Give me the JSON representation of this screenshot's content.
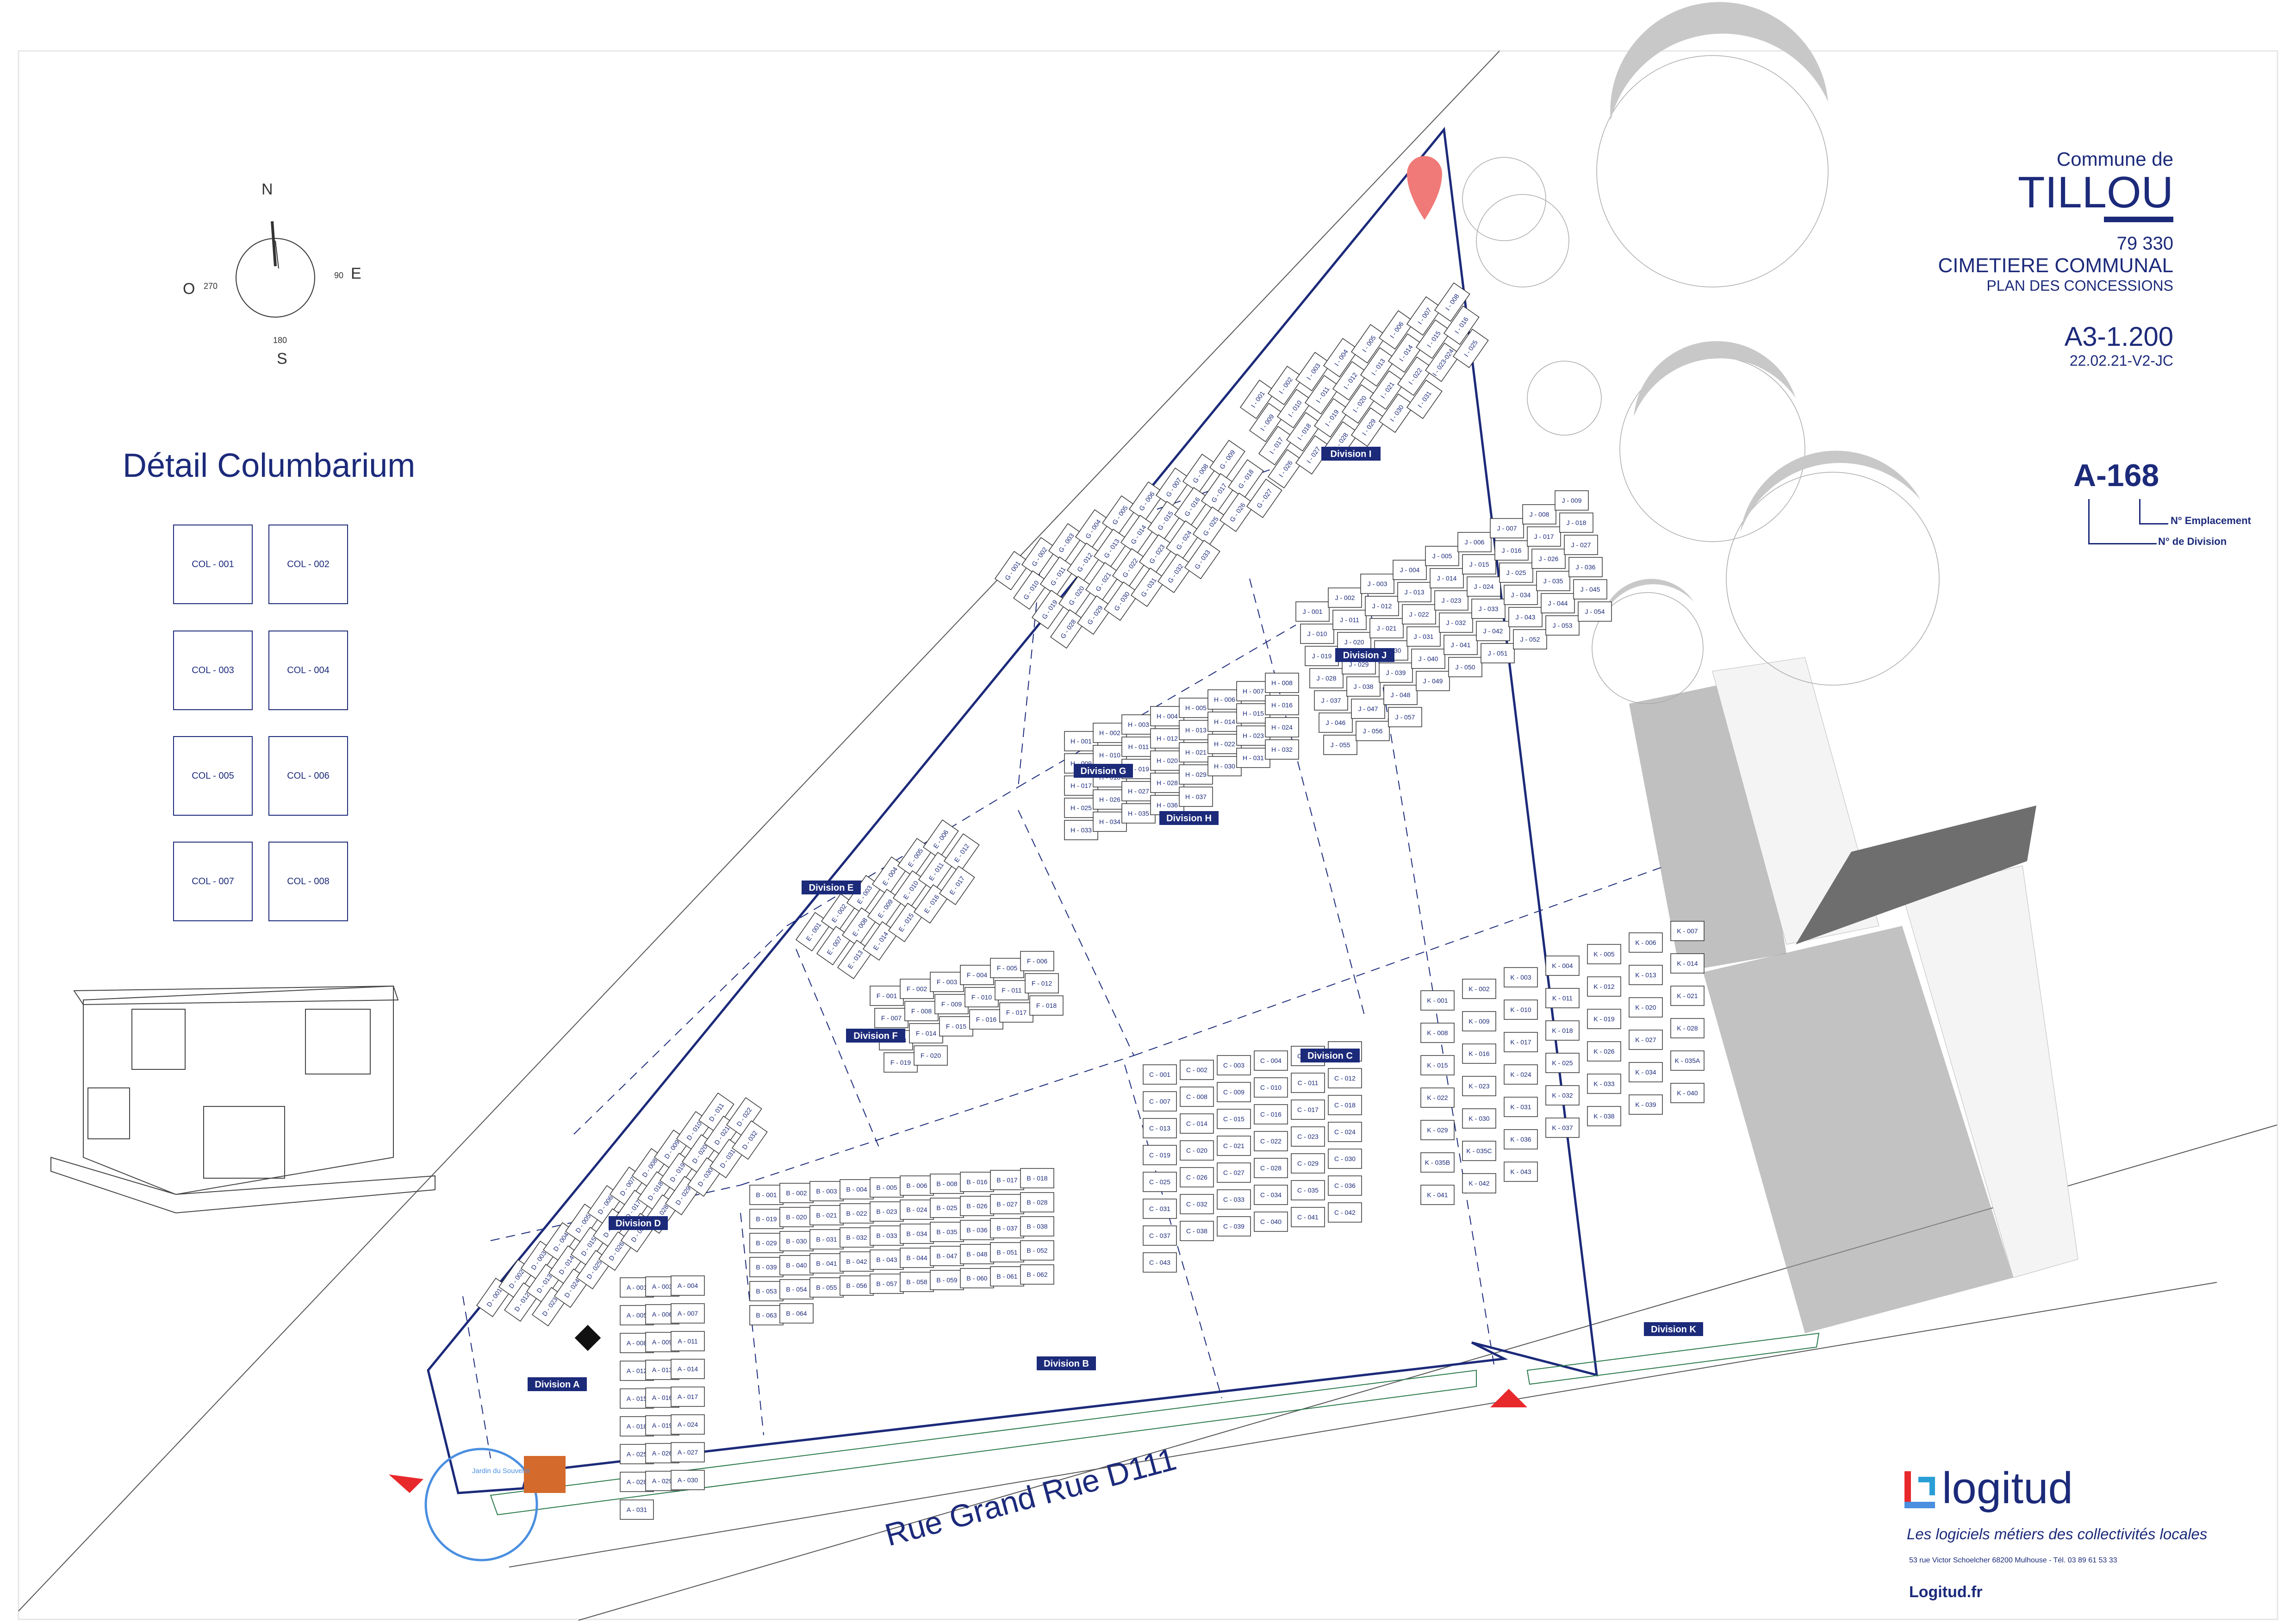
{
  "commune": {
    "line1": "Commune de",
    "name": "TILLOU",
    "postcode": "79 330",
    "type": "CIMETIERE COMMUNAL",
    "subtitle": "PLAN DES CONCESSIONS"
  },
  "sheet": {
    "format": "A3-1.200",
    "version": "22.02.21-V2-JC"
  },
  "legend": {
    "example": "A-168",
    "emplacement_label": "N° Emplacement",
    "division_label": "N° de Division"
  },
  "compass": {
    "n": "N",
    "s": "S",
    "e": "E",
    "o": "O",
    "deg_e": "90",
    "deg_o": "270",
    "deg_s": "180"
  },
  "columbarium": {
    "title": "Détail Columbarium",
    "cells": [
      "COL - 001",
      "COL - 002",
      "COL - 003",
      "COL - 004",
      "COL - 005",
      "COL - 006",
      "COL - 007",
      "COL - 008"
    ]
  },
  "road": {
    "label": "Rue Grand Rue  D111"
  },
  "jardin": {
    "label": "Jardin du Souvenir"
  },
  "divisions": [
    {
      "name": "Division A"
    },
    {
      "name": "Division B"
    },
    {
      "name": "Division C"
    },
    {
      "name": "Division D"
    },
    {
      "name": "Division E"
    },
    {
      "name": "Division F"
    },
    {
      "name": "Division G"
    },
    {
      "name": "Division H"
    },
    {
      "name": "Division I"
    },
    {
      "name": "Division J"
    },
    {
      "name": "Division K"
    }
  ],
  "plots": [
    "A - 001",
    "A - 003",
    "A - 004",
    "A - 005",
    "A - 006",
    "A - 007",
    "A - 008",
    "A - 009",
    "A - 011",
    "A - 012",
    "A - 013",
    "A - 014",
    "A - 015",
    "A - 016",
    "A - 017",
    "A - 018",
    "A - 019",
    "A - 024",
    "A - 025",
    "A - 026",
    "A - 027",
    "A - 028",
    "A - 029",
    "A - 030",
    "A - 031",
    "B - 001",
    "B - 002",
    "B - 003",
    "B - 004",
    "B - 005",
    "B - 006",
    "B - 008",
    "B - 016",
    "B - 017",
    "B - 018",
    "B - 019",
    "B - 020",
    "B - 021",
    "B - 022",
    "B - 023",
    "B - 024",
    "B - 025",
    "B - 026",
    "B - 027",
    "B - 028",
    "B - 029",
    "B - 030",
    "B - 031",
    "B - 032",
    "B - 033",
    "B - 034",
    "B - 035",
    "B - 036",
    "B - 037",
    "B - 038",
    "B - 039",
    "B - 040",
    "B - 041",
    "B - 042",
    "B - 043",
    "B - 044",
    "B - 047",
    "B - 048",
    "B - 051",
    "B - 052",
    "B - 053",
    "B - 054",
    "B - 055",
    "B - 056",
    "B - 057",
    "B - 058",
    "B - 059",
    "B - 060",
    "B - 061",
    "B - 062",
    "B - 063",
    "B - 064",
    "C - 001",
    "C - 002",
    "C - 003",
    "C - 004",
    "C - 005",
    "C - 006",
    "C - 007",
    "C - 008",
    "C - 009",
    "C - 010",
    "C - 011",
    "C - 012",
    "C - 013",
    "C - 014",
    "C - 015",
    "C - 016",
    "C - 017",
    "C - 018",
    "C - 019",
    "C - 020",
    "C - 021",
    "C - 022",
    "C - 023",
    "C - 024",
    "C - 025",
    "C - 026",
    "C - 027",
    "C - 028",
    "C - 029",
    "C - 030",
    "C - 031",
    "C - 032",
    "C - 033",
    "C - 034",
    "C - 035",
    "C - 036",
    "C - 037",
    "C - 038",
    "C - 039",
    "C - 040",
    "C - 041",
    "C - 042",
    "C - 043",
    "D - 001",
    "D - 002",
    "D - 003",
    "D - 004",
    "D - 005",
    "D - 006",
    "D - 007",
    "D - 008",
    "D - 009",
    "D - 010",
    "D - 011",
    "D - 012",
    "D - 013",
    "D - 014",
    "D - 015",
    "D - 016",
    "D - 017",
    "D - 018",
    "D - 019",
    "D - 020",
    "D - 021",
    "D - 022",
    "D - 023",
    "D - 024",
    "D - 025",
    "D - 026",
    "D - 027",
    "D - 028",
    "D - 029",
    "D - 030",
    "D - 031",
    "D - 032",
    "E - 001",
    "E - 002",
    "E - 003",
    "E - 004",
    "E - 005",
    "E - 006",
    "E - 007",
    "E - 008",
    "E - 009",
    "E - 010",
    "E - 011",
    "E - 012",
    "E - 013",
    "E - 014",
    "E - 015",
    "E - 016",
    "E - 017",
    "F - 001",
    "F - 002",
    "F - 003",
    "F - 004",
    "F - 005",
    "F - 006",
    "F - 007",
    "F - 008",
    "F - 009",
    "F - 010",
    "F - 011",
    "F - 012",
    "F - 013",
    "F - 014",
    "F - 015",
    "F - 016",
    "F - 017",
    "F - 018",
    "F - 019",
    "F - 020",
    "G - 001",
    "G - 002",
    "G - 003",
    "G - 004",
    "G - 005",
    "G - 006",
    "G - 007",
    "G - 008",
    "G - 009",
    "G - 010",
    "G - 011",
    "G - 012",
    "G - 013",
    "G - 014",
    "G - 015",
    "G - 016",
    "G - 017",
    "G - 018",
    "G - 019",
    "G - 020",
    "G - 021",
    "G - 022",
    "G - 023",
    "G - 024",
    "G - 025",
    "G - 026",
    "G - 027",
    "G - 028",
    "G - 029",
    "G - 030",
    "G - 031",
    "G - 032",
    "G - 033",
    "H - 001",
    "H - 002",
    "H - 003",
    "H - 004",
    "H - 005",
    "H - 006",
    "H - 007",
    "H - 008",
    "H - 009",
    "H - 010",
    "H - 011",
    "H - 012",
    "H - 013",
    "H - 014",
    "H - 015",
    "H - 016",
    "H - 017",
    "H - 018",
    "H - 019",
    "H - 020",
    "H - 021",
    "H - 022",
    "H - 023",
    "H - 024",
    "H - 025",
    "H - 026",
    "H - 027",
    "H - 028",
    "H - 029",
    "H - 030",
    "H - 031",
    "H - 032",
    "H - 033",
    "H - 034",
    "H - 035",
    "H - 036",
    "H - 037",
    "I - 001",
    "I - 002",
    "I - 003",
    "I - 004",
    "I - 005",
    "I - 006",
    "I - 007",
    "I - 008",
    "I - 009",
    "I - 010",
    "I - 011",
    "I - 012",
    "I - 013",
    "I - 014",
    "I - 015",
    "I - 016",
    "I - 017",
    "I - 018",
    "I - 019",
    "I - 020",
    "I - 021",
    "I - 022",
    "I - 023-024",
    "I - 025",
    "I - 026",
    "I - 027",
    "I - 028",
    "I - 029",
    "I - 030",
    "I - 031",
    "J - 001",
    "J - 002",
    "J - 003",
    "J - 004",
    "J - 005",
    "J - 006",
    "J - 007",
    "J - 008",
    "J - 009",
    "J - 010",
    "J - 011",
    "J - 012",
    "J - 013",
    "J - 014",
    "J - 015",
    "J - 016",
    "J - 017",
    "J - 018",
    "J - 019",
    "J - 020",
    "J - 021",
    "J - 022",
    "J - 023",
    "J - 024",
    "J - 025",
    "J - 026",
    "J - 027",
    "J - 028",
    "J - 029",
    "J - 030",
    "J - 031",
    "J - 032",
    "J - 033",
    "J - 034",
    "J - 035",
    "J - 036",
    "J - 037",
    "J - 038",
    "J - 039",
    "J - 040",
    "J - 041",
    "J - 042",
    "J - 043",
    "J - 044",
    "J - 045",
    "J - 046",
    "J - 047",
    "J - 048",
    "J - 049",
    "J - 050",
    "J - 051",
    "J - 052",
    "J - 053",
    "J - 054",
    "J - 055",
    "J - 056",
    "J - 057",
    "K - 001",
    "K - 002",
    "K - 003",
    "K - 004",
    "K - 005",
    "K - 006",
    "K - 007",
    "K - 008",
    "K - 009",
    "K - 010",
    "K - 011",
    "K - 012",
    "K - 013",
    "K - 014",
    "K - 015",
    "K - 016",
    "K - 017",
    "K - 018",
    "K - 019",
    "K - 020",
    "K - 021",
    "K - 022",
    "K - 023",
    "K - 024",
    "K - 025",
    "K - 026",
    "K - 027",
    "K - 028",
    "K - 029",
    "K - 030",
    "K - 031",
    "K - 032",
    "K - 033",
    "K - 034",
    "K - 035A",
    "K - 035B",
    "K - 035C",
    "K - 036",
    "K - 037",
    "K - 038",
    "K - 039",
    "K - 040",
    "K - 041",
    "K - 042",
    "K - 043"
  ],
  "brand": {
    "name": "logitud",
    "tagline": "Les logiciels métiers des collectivités locales",
    "address": "53 rue Victor Schoelcher 68200 Mulhouse  - Tél. 03 89 61 53 33",
    "website": "Logitud.fr"
  },
  "colors": {
    "ink": "#1c2a7a",
    "red": "#e8292c",
    "orange": "#d46a2b",
    "blue": "#4a8fe0",
    "grey": "#8c8c8c"
  }
}
